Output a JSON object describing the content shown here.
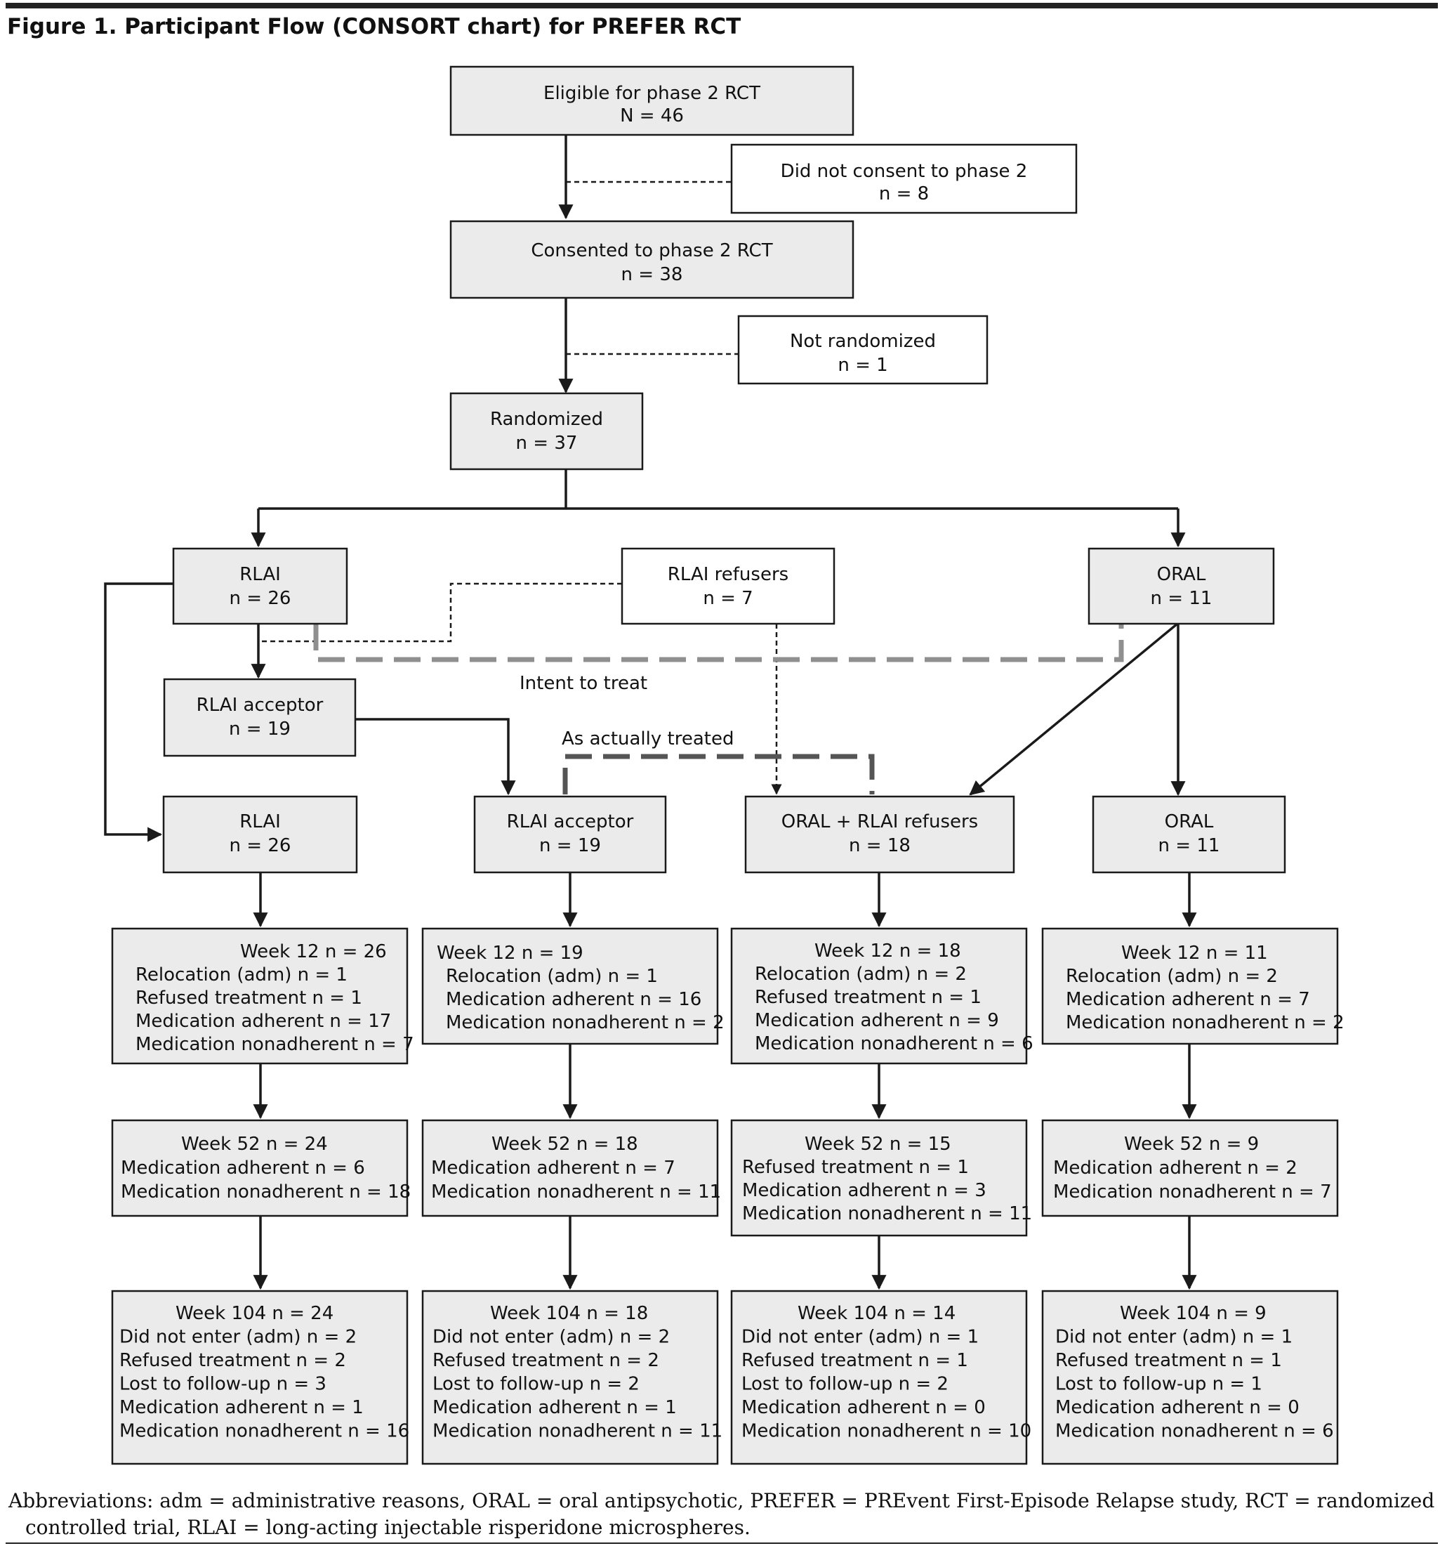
{
  "title": "Figure 1. Participant Flow (CONSORT chart) for PREFER RCT",
  "footnote": "Abbreviations: adm = administrative reasons, ORAL = oral antipsychotic, PREFER = PREvent First-Episode Relapse study, RCT = randomized controlled trial, RLAI = long-acting injectable risperidone microspheres.",
  "labels": {
    "intent_to_treat": "Intent to treat",
    "as_actually_treated": "As actually treated"
  },
  "colors": {
    "box_fill": "#ebebeb",
    "box_fill_white": "#ffffff",
    "stroke": "#1a1a1a",
    "itt_line": "#8f8f8f",
    "aat_line": "#555555"
  },
  "boxes": {
    "eligible": {
      "lines": [
        "Eligible for phase 2 RCT",
        "N = 46"
      ]
    },
    "no_consent": {
      "lines": [
        "Did not consent to phase 2",
        "n = 8"
      ]
    },
    "consented": {
      "lines": [
        "Consented to phase 2  RCT",
        "n = 38"
      ]
    },
    "not_randomized": {
      "lines": [
        "Not randomized",
        "n = 1"
      ]
    },
    "randomized": {
      "lines": [
        "Randomized",
        "n = 37"
      ]
    },
    "rlai": {
      "lines": [
        "RLAI",
        "n = 26"
      ]
    },
    "rlai_refusers": {
      "lines": [
        "RLAI refusers",
        "n = 7"
      ]
    },
    "oral": {
      "lines": [
        "ORAL",
        "n = 11"
      ]
    },
    "rlai_acceptor_mid": {
      "lines": [
        "RLAI acceptor",
        "n = 19"
      ]
    },
    "g_rlai": {
      "lines": [
        "RLAI",
        "n = 26"
      ]
    },
    "g_acceptor": {
      "lines": [
        "RLAI acceptor",
        "n = 19"
      ]
    },
    "g_oral_refusers": {
      "lines": [
        "ORAL + RLAI refusers",
        "n = 18"
      ]
    },
    "g_oral": {
      "lines": [
        "ORAL",
        "n = 11"
      ]
    },
    "w12_rlai": {
      "lines": [
        "Week 12  n = 26",
        "Relocation (adm) n = 1",
        "Refused treatment n = 1",
        "Medication adherent n = 17",
        "Medication nonadherent n =  7"
      ]
    },
    "w12_acceptor": {
      "lines": [
        "Week 12  n = 19",
        "Relocation (adm) n = 1",
        "Medication adherent n = 16",
        "Medication nonadherent  n =  2"
      ]
    },
    "w12_oral_refusers": {
      "lines": [
        "Week 12  n = 18",
        "Relocation (adm) n = 2",
        "Refused treatment n = 1",
        "Medication adherent n = 9",
        "Medication nonadherent n = 6"
      ]
    },
    "w12_oral": {
      "lines": [
        "Week 12  n = 11",
        "Relocation (adm) n = 2",
        "Medication adherent n =  7",
        "Medication nonadherent n = 2"
      ]
    },
    "w52_rlai": {
      "lines": [
        "Week 52  n = 24",
        "Medication adherent n = 6",
        "Medication nonadherent n = 18"
      ]
    },
    "w52_acceptor": {
      "lines": [
        "Week 52  n = 18",
        "Medication adherent n = 7",
        "Medication nonadherent  n = 11"
      ]
    },
    "w52_oral_refusers": {
      "lines": [
        "Week 52  n = 15",
        "Refused treatment n = 1",
        "Medication adherent n = 3",
        "Medication nonadherent n = 11"
      ]
    },
    "w52_oral": {
      "lines": [
        "Week 52  n = 9",
        "Medication adherent n = 2",
        "Medication nonadherent n = 7"
      ]
    },
    "w104_rlai": {
      "lines": [
        "Week 104  n = 24",
        "Did not enter (adm) n = 2",
        "Refused treatment n = 2",
        "Lost to follow-up n = 3",
        "Medication adherent n =  1",
        "Medication nonadherent  n = 16"
      ]
    },
    "w104_acceptor": {
      "lines": [
        "Week 104  n = 18",
        "Did not enter (adm) n = 2",
        "Refused treatment n = 2",
        "Lost to follow-up n = 2",
        "Medication adherent n =  1",
        "Medication nonadherent n = 11"
      ]
    },
    "w104_oral_refusers": {
      "lines": [
        "Week 104 n = 14",
        "Did not enter (adm) n = 1",
        "Refused treatment n = 1",
        "Lost to follow-up n = 2",
        "Medication adherent n = 0",
        "Medication nonadherent n = 10"
      ]
    },
    "w104_oral": {
      "lines": [
        "Week 104 n = 9",
        "Did not enter (adm) n = 1",
        "Refused treatment n = 1",
        "Lost to follow-up n = 1",
        "Medication adherent n = 0",
        "Medication nonadherent n = 6"
      ]
    }
  }
}
